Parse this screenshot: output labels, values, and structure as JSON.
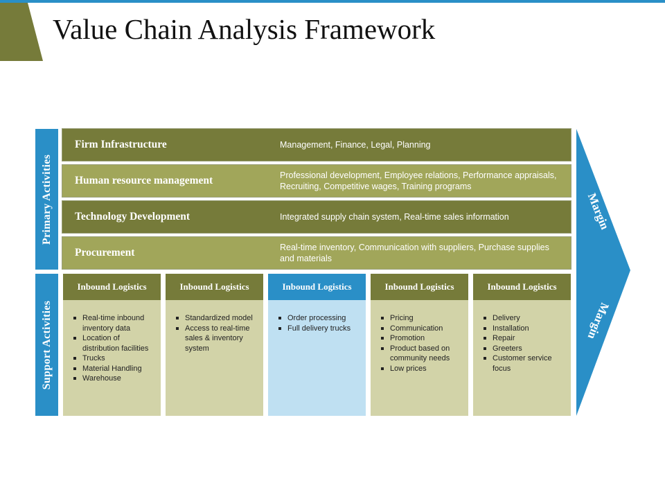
{
  "title": "Value Chain Analysis Framework",
  "labels": {
    "primary": "Primary Activities",
    "support": "Support Activities",
    "margin_top": "Margin",
    "margin_bottom": "Margin"
  },
  "rows": [
    {
      "name": "Firm Infrastructure",
      "desc": "Management, Finance, Legal, Planning"
    },
    {
      "name": "Human resource management",
      "desc": "Professional development, Employee relations, Performance appraisals, Recruiting, Competitive wages, Training programs"
    },
    {
      "name": "Technology Development",
      "desc": "Integrated supply chain system, Real-time sales information"
    },
    {
      "name": "Procurement",
      "desc": "Real-time inventory, Communication with suppliers, Purchase supplies and materials"
    }
  ],
  "columns": [
    {
      "title": "Inbound Logistics",
      "items": [
        "Real-time inbound inventory data",
        "Location of distribution facilities",
        "Trucks",
        "Material Handling",
        "Warehouse"
      ]
    },
    {
      "title": "Inbound Logistics",
      "items": [
        "Standardized model",
        "Access to real-time sales & inventory system"
      ]
    },
    {
      "title": "Inbound Logistics",
      "items": [
        "Order processing",
        "Full delivery trucks"
      ]
    },
    {
      "title": "Inbound Logistics",
      "items": [
        "Pricing",
        "Communication",
        "Promotion",
        "Product based on community needs",
        "Low prices"
      ]
    },
    {
      "title": "Inbound Logistics",
      "items": [
        "Delivery",
        "Installation",
        "Repair",
        "Greeters",
        "Customer service focus"
      ]
    }
  ],
  "colors": {
    "olive_dark": "#767b3a",
    "olive_light": "#a1a65a",
    "blue": "#2a8fc7",
    "tan": "#d2d3a8",
    "light_blue": "#bfe0f2"
  }
}
